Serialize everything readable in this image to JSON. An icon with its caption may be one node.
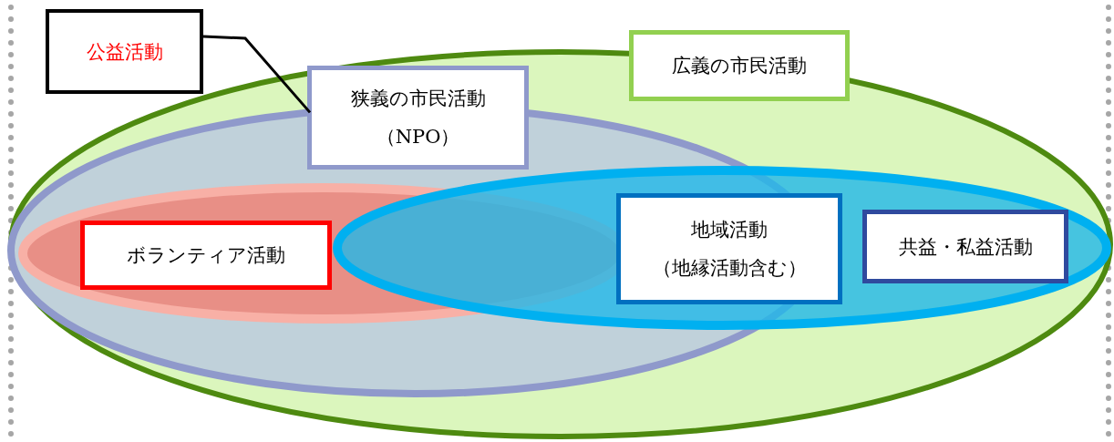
{
  "diagram": {
    "nodes": [
      {
        "text": [
          "公益活動"
        ]
      },
      {
        "text": [
          "広義の市民活動"
        ]
      },
      {
        "text": [],
        "shape": "ellipse"
      },
      {
        "text": [
          "狭義の市民活動",
          "（NPO）"
        ],
        "in": 2
      },
      {
        "text": [],
        "shape": "ellipse",
        "in": 2
      },
      {
        "text": [],
        "shape": "ellipse",
        "in": 4
      },
      {
        "text": [
          "ボランティア活動"
        ],
        "in": 5
      },
      {
        "text": [],
        "shape": "ellipse",
        "in": 2
      },
      {
        "text": [
          "地域活動",
          "（地縁活動含む）"
        ],
        "in": 7
      },
      {
        "text": [
          "共益・私益活動"
        ],
        "in": 7
      }
    ],
    "edges": [
      {
        "from": 0,
        "to": 4,
        "arrow": "none"
      }
    ]
  }
}
